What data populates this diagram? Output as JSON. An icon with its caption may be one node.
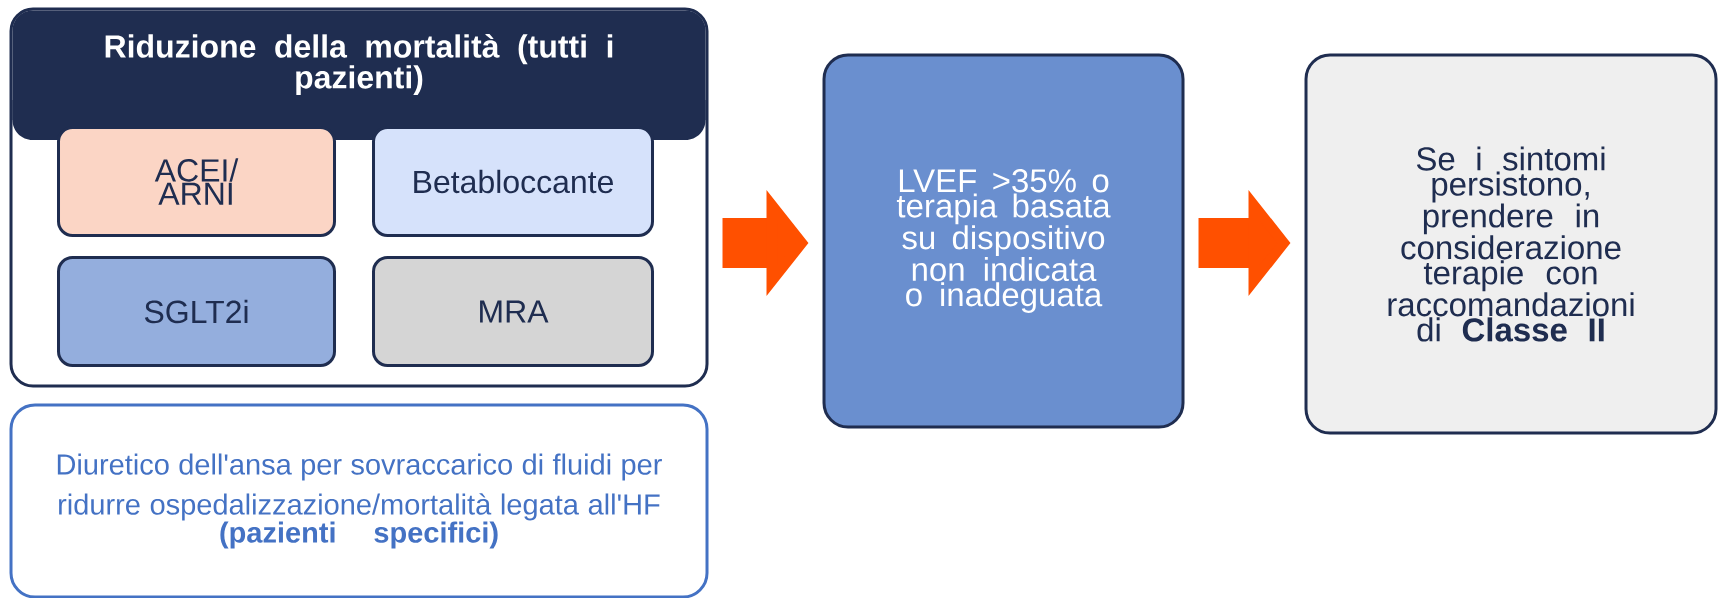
{
  "diagram": {
    "nodes": [
      {
        "text": [
          "Riduzione della mortalità (tutti i pazienti)"
        ]
      },
      {
        "text": [
          "ACEI/ ARNI"
        ],
        "in": 0
      },
      {
        "text": [
          "Betabloccante"
        ],
        "in": 0
      },
      {
        "text": [
          "SGLT2i"
        ],
        "in": 0
      },
      {
        "text": [
          "MRA"
        ],
        "in": 0
      },
      {
        "text": [
          "Diuretico dell'ansa per sovraccarico di fluidi per ridurre ospedalizzazione/mortalità legata all'HF",
          "(pazienti specifici)"
        ]
      },
      {
        "text": [
          "LVEF >35% o terapia basata su dispositivo non indicata o inadeguata"
        ]
      },
      {
        "text": [
          "Se i sintomi persistono, prendere in considerazione terapie con raccomandazioni di **Classe II**"
        ]
      }
    ],
    "edges": [
      {
        "from": 0,
        "to": 6,
        "arrow": "to"
      },
      {
        "from": 6,
        "to": 7,
        "arrow": "to"
      }
    ]
  }
}
